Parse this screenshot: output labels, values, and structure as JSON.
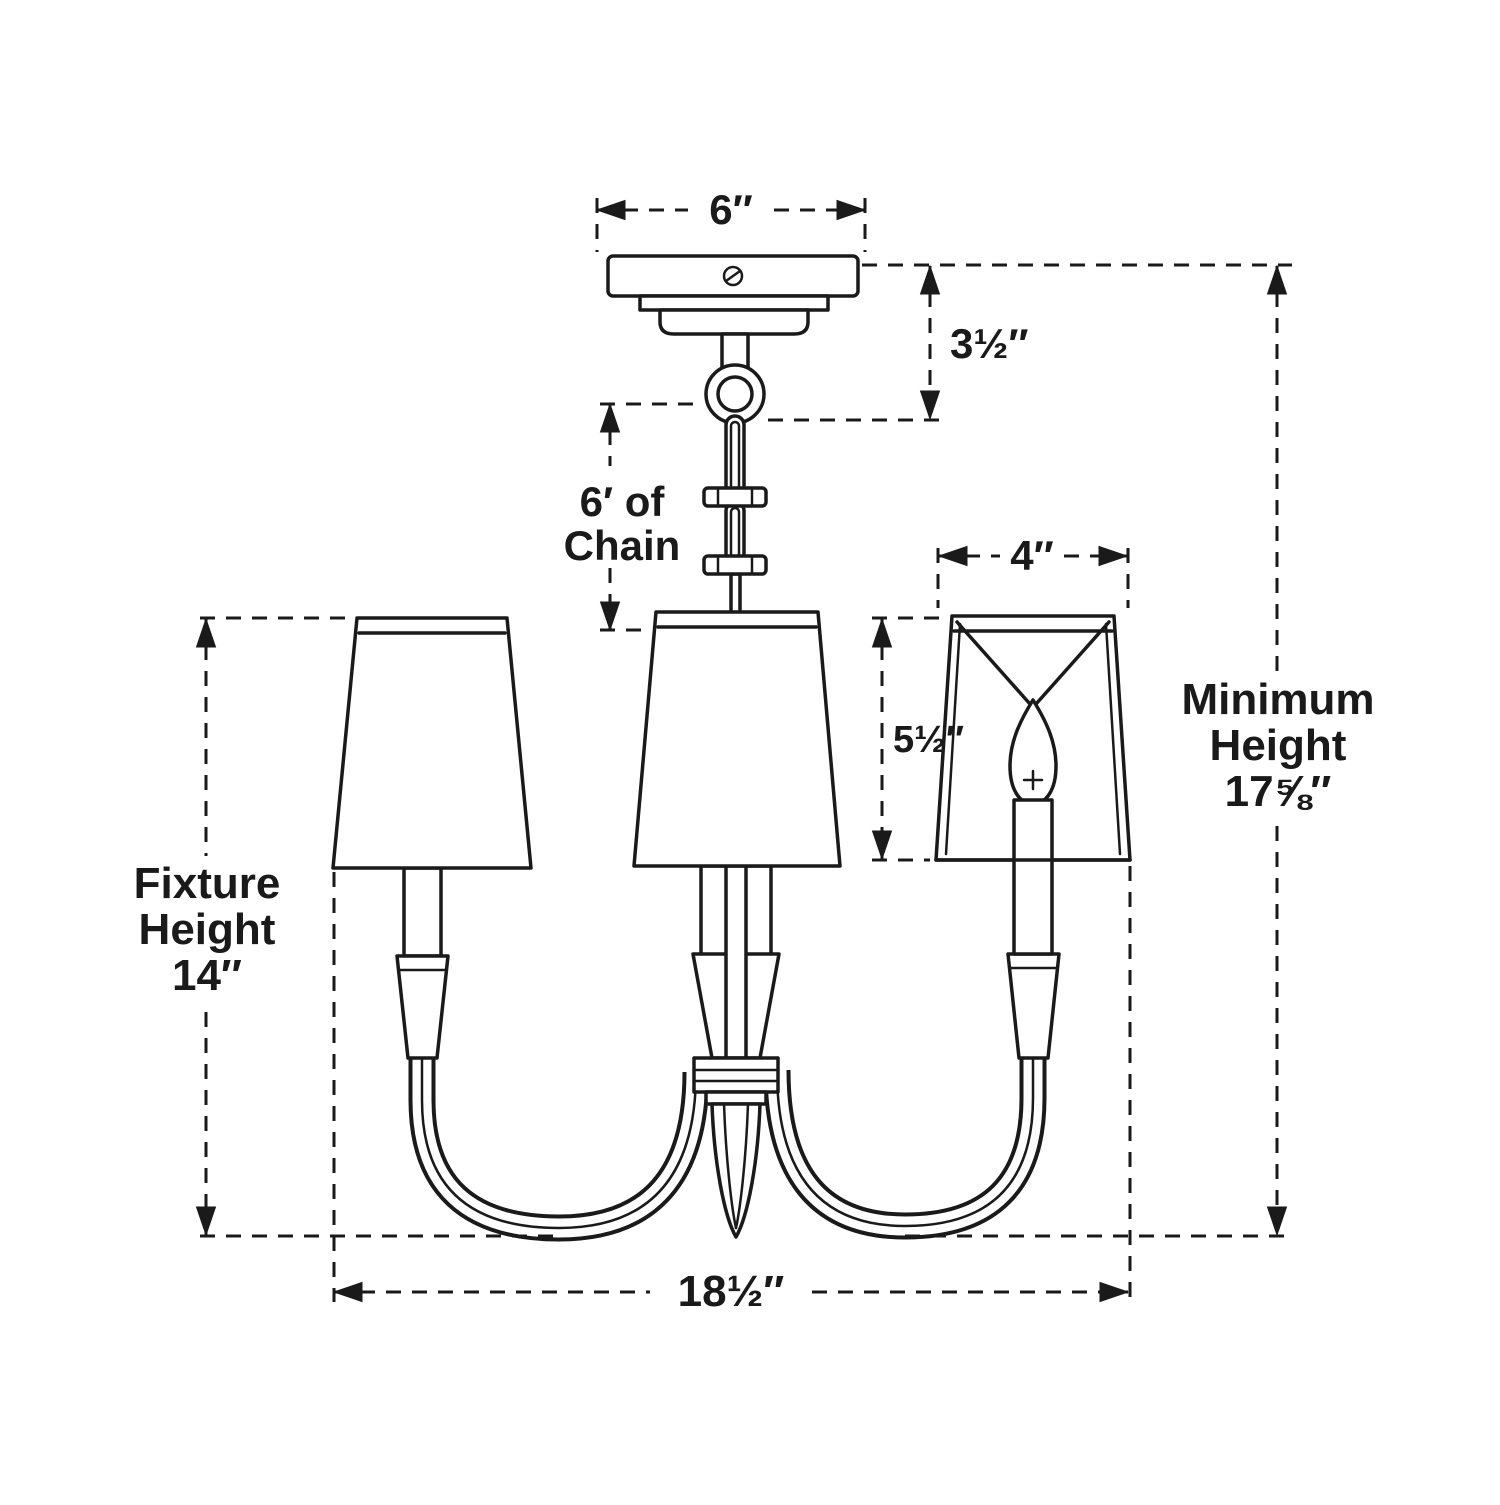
{
  "diagram": {
    "type": "line-drawing dimension diagram of a 3-arm chandelier light fixture",
    "colors": {
      "line": "#1a1a1a",
      "background": "#ffffff"
    }
  },
  "labels": {
    "canopy_width": "6″",
    "canopy_drop": "3½″",
    "chain_line1": "6′ of",
    "chain_line2": "Chain",
    "shade_width": "4″",
    "shade_height": "5½″",
    "min_height_line1": "Minimum",
    "min_height_line2": "Height",
    "min_height_line3": "17⅝″",
    "fixture_height_line1": "Fixture",
    "fixture_height_line2": "Height",
    "fixture_height_line3": "14″",
    "fixture_width": "18½″"
  }
}
